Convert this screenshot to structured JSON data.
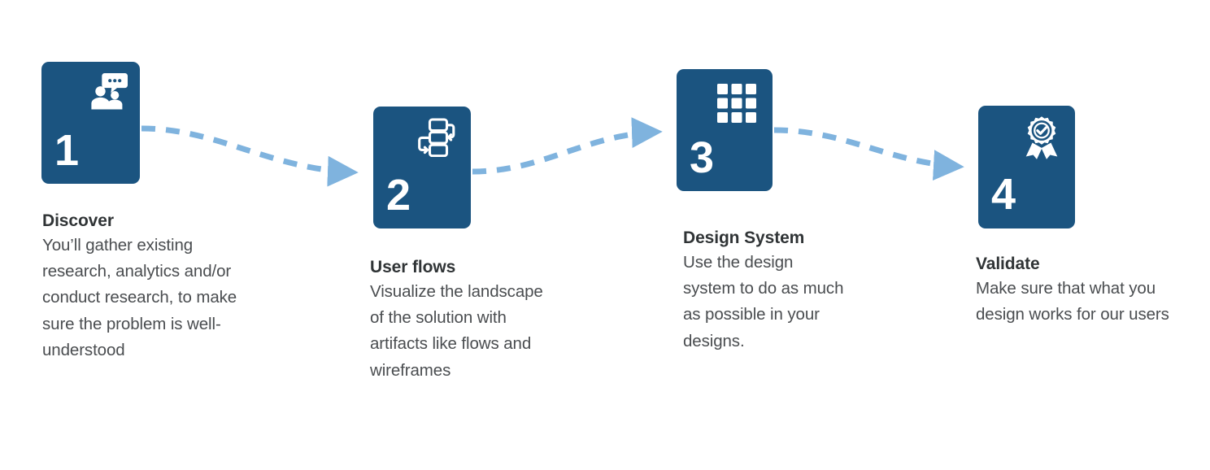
{
  "diagram": {
    "type": "process-flow",
    "orientation": "horizontal",
    "step_count": 4,
    "background_color": "#ffffff",
    "card_color": "#1b5480",
    "connector_color": "#7fb3de",
    "title_color": "#303436",
    "body_color": "#4a4d50"
  },
  "steps": [
    {
      "number": "1",
      "icon": "people-discussion-icon",
      "title": "Discover",
      "description": "You’ll gather existing research, analytics and/or conduct research, to make sure the problem is well-understood"
    },
    {
      "number": "2",
      "icon": "flowchart-icon",
      "title": "User flows",
      "description": "Visualize the landscape of the solution with artifacts like flows and wireframes"
    },
    {
      "number": "3",
      "icon": "grid-icon",
      "title": "Design System",
      "description": "Use the design system to do as much as possible in your designs."
    },
    {
      "number": "4",
      "icon": "award-badge-check-icon",
      "title": "Validate",
      "description": "Make sure that what you design works for our users"
    }
  ],
  "connectors": [
    {
      "name": "connector-1-to-2",
      "from": "1",
      "to": "2",
      "style": "dashed",
      "arrow": "triangle"
    },
    {
      "name": "connector-2-to-3",
      "from": "2",
      "to": "3",
      "style": "dashed",
      "arrow": "triangle"
    },
    {
      "name": "connector-3-to-4",
      "from": "3",
      "to": "4",
      "style": "dashed",
      "arrow": "triangle"
    }
  ]
}
